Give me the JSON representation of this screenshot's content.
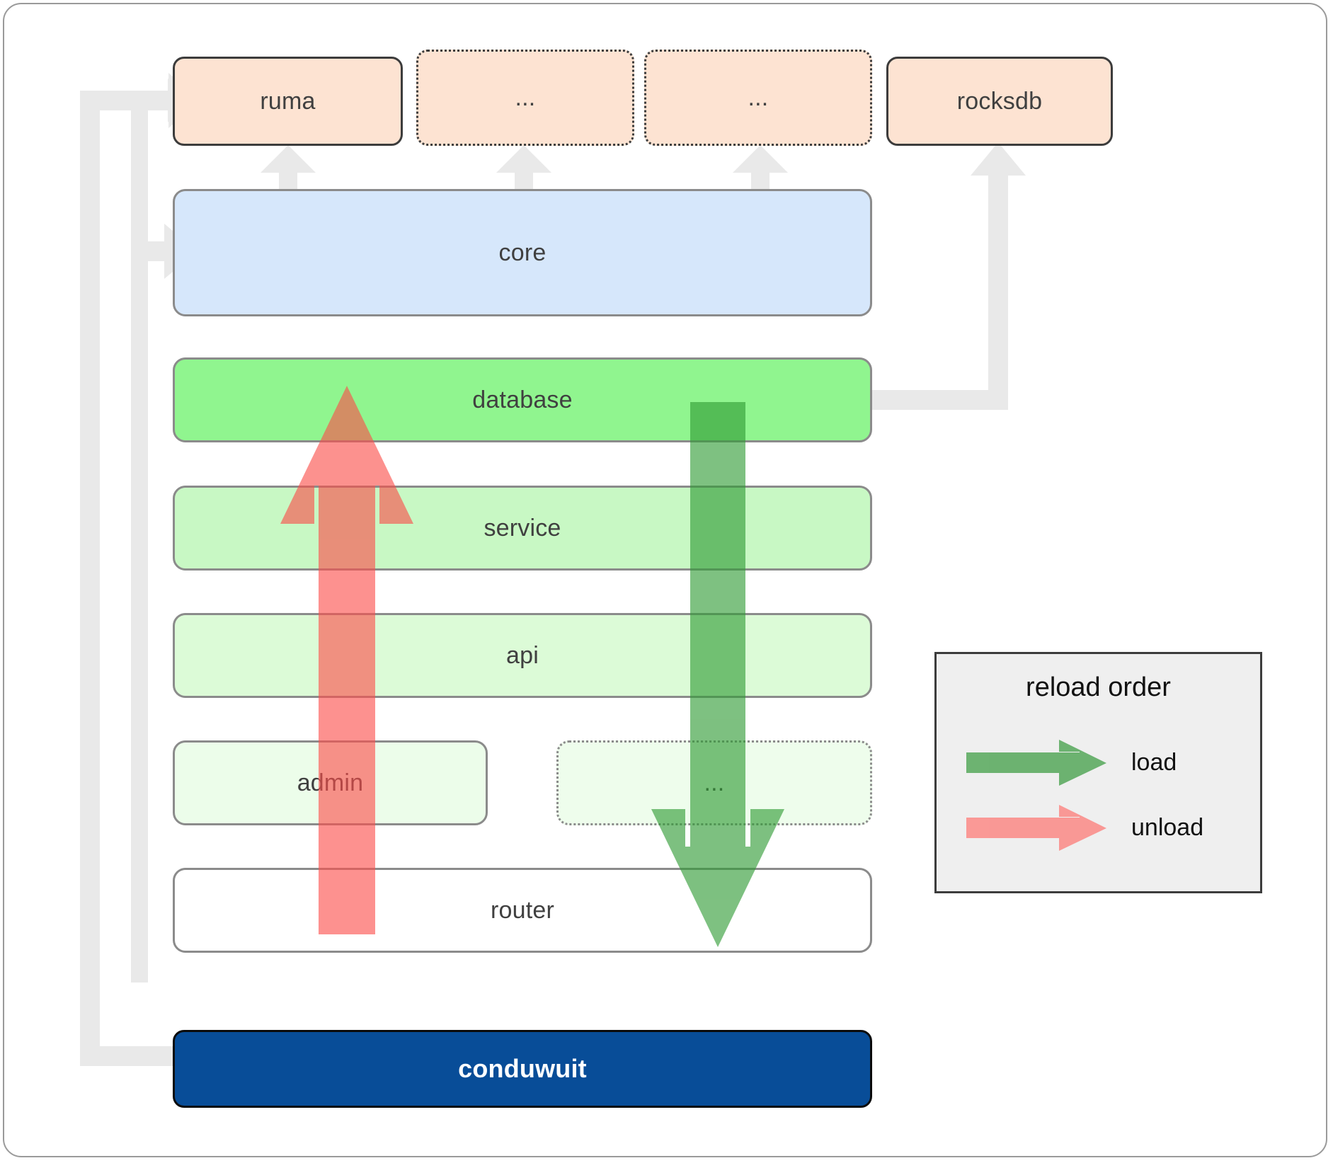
{
  "diagram": {
    "title": "conduwuit crate architecture / reload order",
    "dependencies": [
      {
        "id": "ruma",
        "label": "ruma",
        "style": "solid"
      },
      {
        "id": "dep2",
        "label": "...",
        "style": "dotted"
      },
      {
        "id": "dep3",
        "label": "...",
        "style": "dotted"
      },
      {
        "id": "rocksdb",
        "label": "rocksdb",
        "style": "solid"
      }
    ],
    "layers": [
      {
        "id": "core",
        "label": "core",
        "color": "#d6e7fb",
        "style": "solid"
      },
      {
        "id": "database",
        "label": "database",
        "color": "#90f58f",
        "style": "solid"
      },
      {
        "id": "service",
        "label": "service",
        "color": "#c8f8c4",
        "style": "solid"
      },
      {
        "id": "api",
        "label": "api",
        "color": "#dcfbd7",
        "style": "solid"
      },
      {
        "id": "admin",
        "label": "admin",
        "color": "#ecfdea",
        "style": "solid"
      },
      {
        "id": "moredots",
        "label": "...",
        "color": "#eefdec",
        "style": "dotted"
      },
      {
        "id": "router",
        "label": "router",
        "color": "#ffffff",
        "style": "solid"
      }
    ],
    "application": {
      "id": "conduwuit",
      "label": "conduwuit",
      "color": "#084d98"
    },
    "legend": {
      "title": "reload order",
      "entries": [
        {
          "id": "load",
          "label": "load",
          "color": "#56a85b",
          "direction": "down"
        },
        {
          "id": "unload",
          "label": "unload",
          "color": "#fb8986",
          "direction": "up"
        }
      ]
    },
    "flows": [
      {
        "id": "unload-flow",
        "label": "unload",
        "color": "#fb8986",
        "direction": "up",
        "from": "router",
        "to": "database"
      },
      {
        "id": "load-flow",
        "label": "load",
        "color": "#56a85b",
        "direction": "down",
        "from": "database",
        "to": "router"
      }
    ],
    "colors": {
      "dependency_fill": "#fde3d2",
      "connector": "#e9e9e9",
      "frame_border": "#9a9a9a",
      "node_border": "#8b8b8b",
      "app_fill": "#084d98",
      "legend_fill": "#efefef"
    }
  }
}
